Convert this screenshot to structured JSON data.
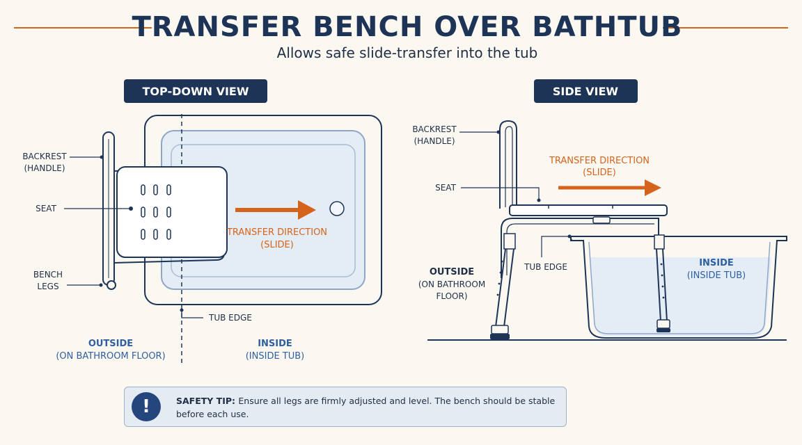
{
  "title": "TRANSFER BENCH OVER BATHTUB",
  "subtitle": "Allows safe slide-transfer into the tub",
  "colors": {
    "navy": "#1d3457",
    "orange": "#d4641c",
    "blue_label": "#2f5f9e",
    "water": "#e4ecf6",
    "background": "#fbf8f1"
  },
  "top_view": {
    "badge": "TOP-DOWN VIEW",
    "backrest_line1": "BACKREST",
    "backrest_line2": "(HANDLE)",
    "seat": "SEAT",
    "legs_line1": "BENCH",
    "legs_line2": "LEGS",
    "direction_line1": "TRANSFER DIRECTION",
    "direction_line2": "(SLIDE)",
    "tub_edge": "TUB EDGE",
    "outside_line1": "OUTSIDE",
    "outside_line2": "(ON BATHROOM FLOOR)",
    "inside_line1": "INSIDE",
    "inside_line2": "(INSIDE TUB)"
  },
  "side_view": {
    "badge": "SIDE VIEW",
    "backrest_line1": "BACKREST",
    "backrest_line2": "(HANDLE)",
    "seat": "SEAT",
    "direction_line1": "TRANSFER DIRECTION",
    "direction_line2": "(SLIDE)",
    "tub_edge": "TUB EDGE",
    "outside_line1": "OUTSIDE",
    "outside_line2": "(ON BATHROOM",
    "outside_line3": "FLOOR)",
    "inside_line1": "INSIDE",
    "inside_line2": "(INSIDE TUB)"
  },
  "safety": {
    "icon": "exclamation-icon",
    "icon_glyph": "!",
    "label": "SAFETY TIP:",
    "text": "Ensure all legs are firmly adjusted and level. The bench should be stable before each use."
  }
}
